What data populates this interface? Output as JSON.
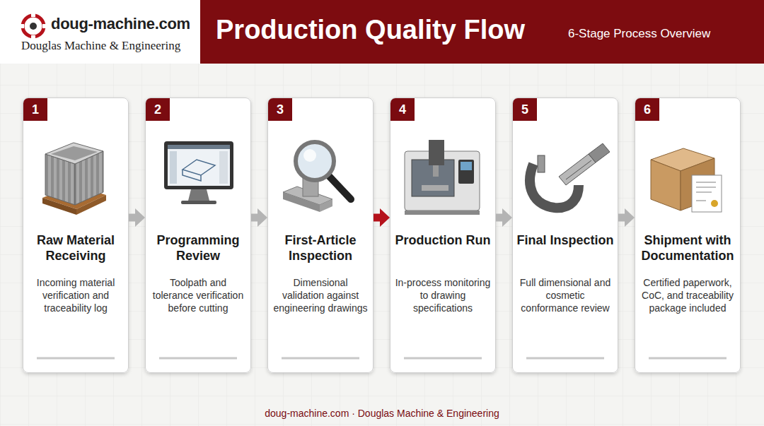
{
  "diagram": {
    "title": "Production Quality Flow",
    "nodes": [
      {
        "text": [
          "1",
          "Raw Material Receiving",
          "Incoming material verification and traceability log"
        ]
      },
      {
        "text": [
          "2",
          "Programming Review",
          "Toolpath and tolerance verification before cutting"
        ]
      },
      {
        "text": [
          "3",
          "First-Article Inspection",
          "Dimensional validation against engineering drawings"
        ]
      },
      {
        "text": [
          "4",
          "Production Run",
          "In-process monitoring to drawing specifications"
        ]
      },
      {
        "text": [
          "5",
          "Final Inspection",
          "Full dimensional and cosmetic conformance review"
        ]
      },
      {
        "text": [
          "6",
          "Shipment with Documentation",
          "Certified paperwork, CoC, and traceability package included"
        ]
      }
    ],
    "edges": [
      {
        "from": 0,
        "to": 1,
        "arrow": "to"
      },
      {
        "from": 1,
        "to": 2,
        "arrow": "to"
      },
      {
        "from": 2,
        "to": 3,
        "arrow": "to"
      },
      {
        "from": 3,
        "to": 4,
        "arrow": "to"
      },
      {
        "from": 4,
        "to": 5,
        "arrow": "to"
      }
    ],
    "labels": [
      "doug-machine.com",
      "Douglas Machine & Engineering",
      "6-Stage Process Overview",
      "doug-machine.com · Douglas Machine & Engineering"
    ]
  }
}
